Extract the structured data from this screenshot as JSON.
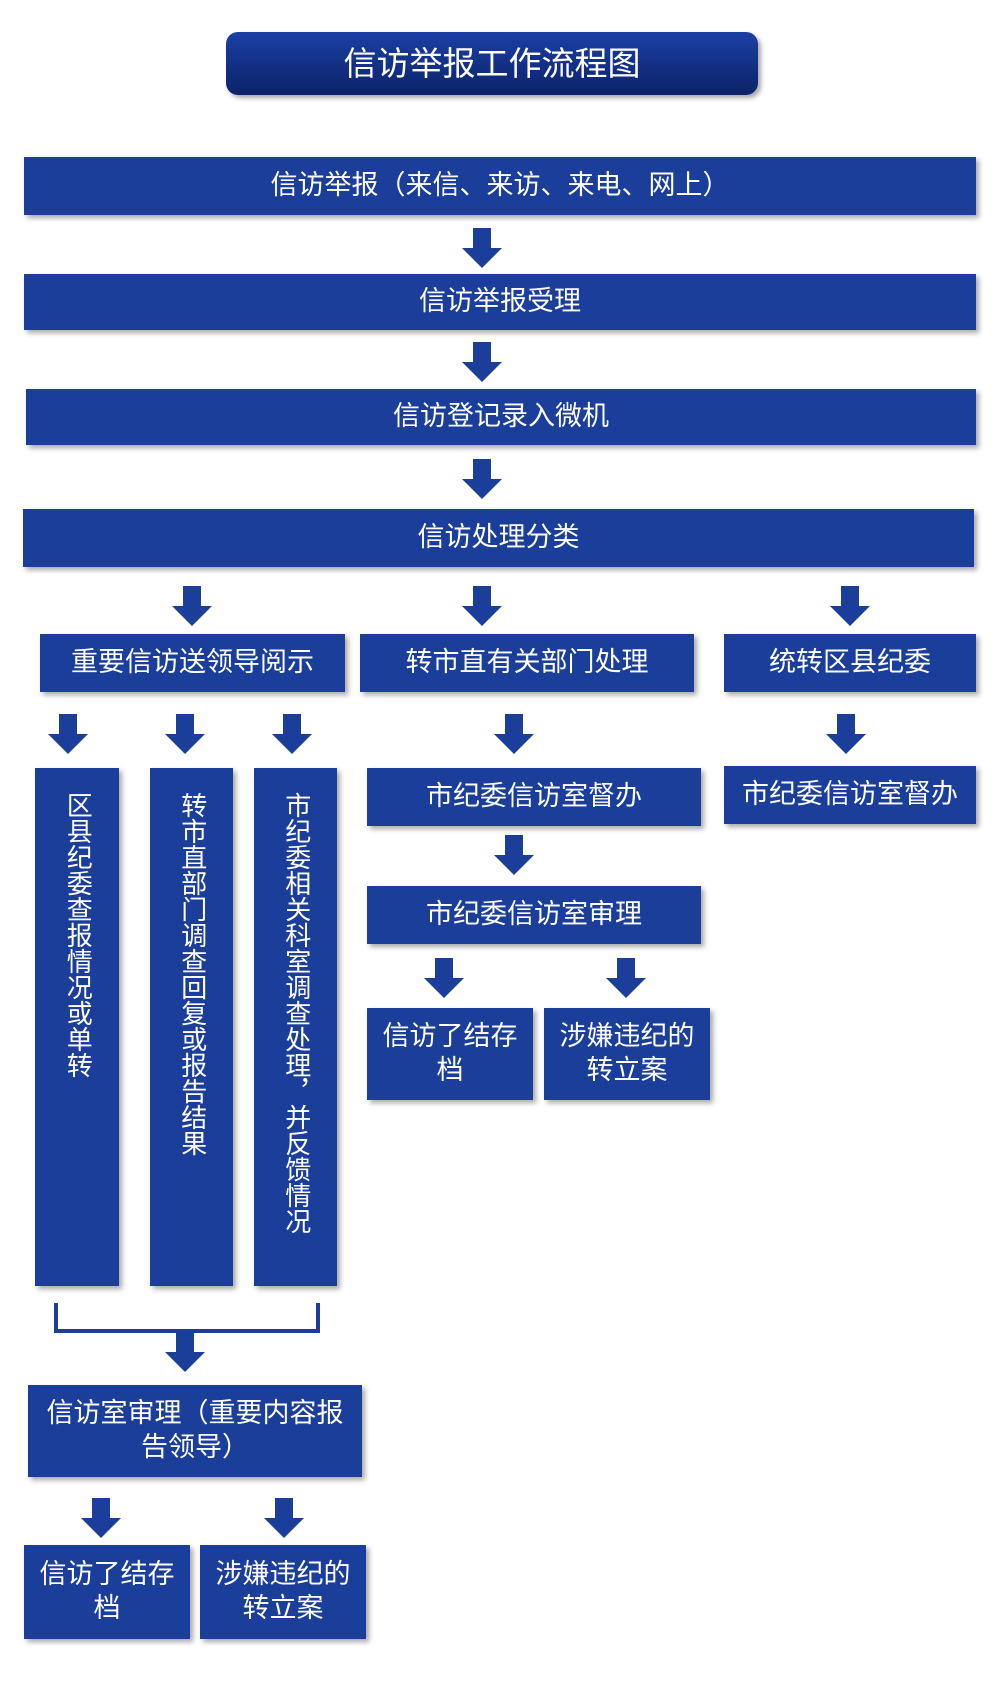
{
  "title": "信访举报工作流程图",
  "steps": {
    "report": "信访举报（来信、来访、来电、网上）",
    "accept": "信访举报受理",
    "register": "信访登记录入微机",
    "classify": "信访处理分类"
  },
  "branches": {
    "important": "重要信访送领导阅示",
    "city_dept": "转市直有关部门处理",
    "county": "统转区县纪委"
  },
  "important_sub": {
    "county_report": "区县纪委查报情况或单转",
    "city_dept_report": "转市直部门调查回复或报告结果",
    "section_handle": "市纪委相关科室调查处理，并反馈情况",
    "review": "信访室审理（重要内容报告领导）",
    "archive": "信访了结存档",
    "file_case": "涉嫌违纪的转立案"
  },
  "city_dept_sub": {
    "supervise": "市纪委信访室督办",
    "review": "市纪委信访室审理",
    "archive": "信访了结存档",
    "file_case": "涉嫌违纪的转立案"
  },
  "county_sub": {
    "supervise": "市纪委信访室督办"
  }
}
